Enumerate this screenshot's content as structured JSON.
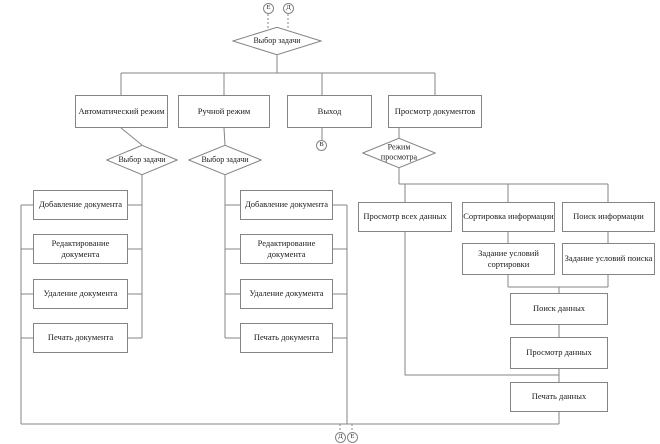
{
  "diagram": {
    "kind": "flowchart",
    "language": "ru",
    "colors": {
      "background": "#ffffff",
      "line": "#848484",
      "text": "#1a1a1a"
    },
    "connectors": {
      "top_left": "Е",
      "top_right": "Д",
      "below_exit": "В",
      "bottom_left": "Д",
      "bottom_right": "Е"
    },
    "nodes": {
      "choice_top": "Выбор задачи",
      "auto_mode": "Автоматический режим",
      "manual_mode": "Ручной режим",
      "exit": "Выход",
      "view_docs": "Просмотр документов",
      "choice_auto": "Выбор задачи",
      "choice_manual": "Выбор задачи",
      "view_mode": "Режим просмотра",
      "auto_add": "Добавление документа",
      "auto_edit": "Редактирование документа",
      "auto_delete": "Удаление документа",
      "auto_print": "Печать документа",
      "manual_add": "Добавление документа",
      "manual_edit": "Редактирование документа",
      "manual_delete": "Удаление документа",
      "manual_print": "Печать документа",
      "view_all_data": "Просмотр всех данных",
      "sort_info": "Сортировка информации",
      "search_info": "Поиск информации",
      "sort_conditions": "Задание условий сортировки",
      "search_conditions": "Задание условий поиска",
      "data_search": "Поиск данных",
      "data_view": "Просмотр данных",
      "data_print": "Печать данных"
    }
  }
}
